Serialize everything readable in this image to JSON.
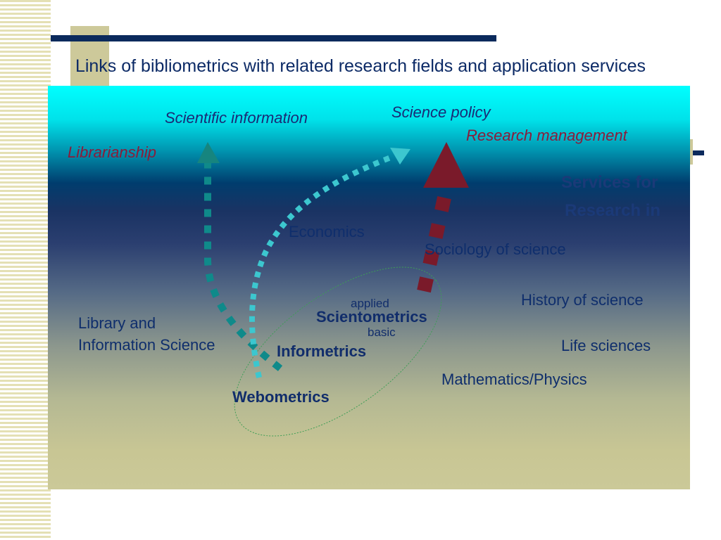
{
  "title": "Links of bibliometrics with related research fields and application services",
  "diagram": {
    "labels": {
      "scientific_information": "Scientific information",
      "science_policy": "Science policy",
      "research_management": "Research management",
      "librarianship": "Librarianship",
      "services_for": "Services for",
      "research_in": "Research in",
      "economics": "Economics",
      "sociology": "Sociology of science",
      "applied": "applied",
      "scientometrics": "Scientometrics",
      "basic": "basic",
      "history": "History of science",
      "lis_line1": "Library and",
      "lis_line2": "Information Science",
      "informetrics": "Informetrics",
      "life_sciences": "Life sciences",
      "math_physics": "Mathematics/Physics",
      "webometrics": "Webometrics"
    },
    "arrows": [
      {
        "name": "arrow-to-scientific-information",
        "color": "#0f8a8a",
        "style": "dashed"
      },
      {
        "name": "arrow-to-science-policy",
        "color": "#3cc7cf",
        "style": "dotted"
      },
      {
        "name": "arrow-to-research-management",
        "color": "#7a1a2a",
        "style": "dashed"
      }
    ],
    "colors": {
      "panel_top": "#00ffff",
      "panel_bottom": "#cbc998",
      "title": "#0c2a66",
      "italic_red": "#8a1c3a"
    }
  }
}
